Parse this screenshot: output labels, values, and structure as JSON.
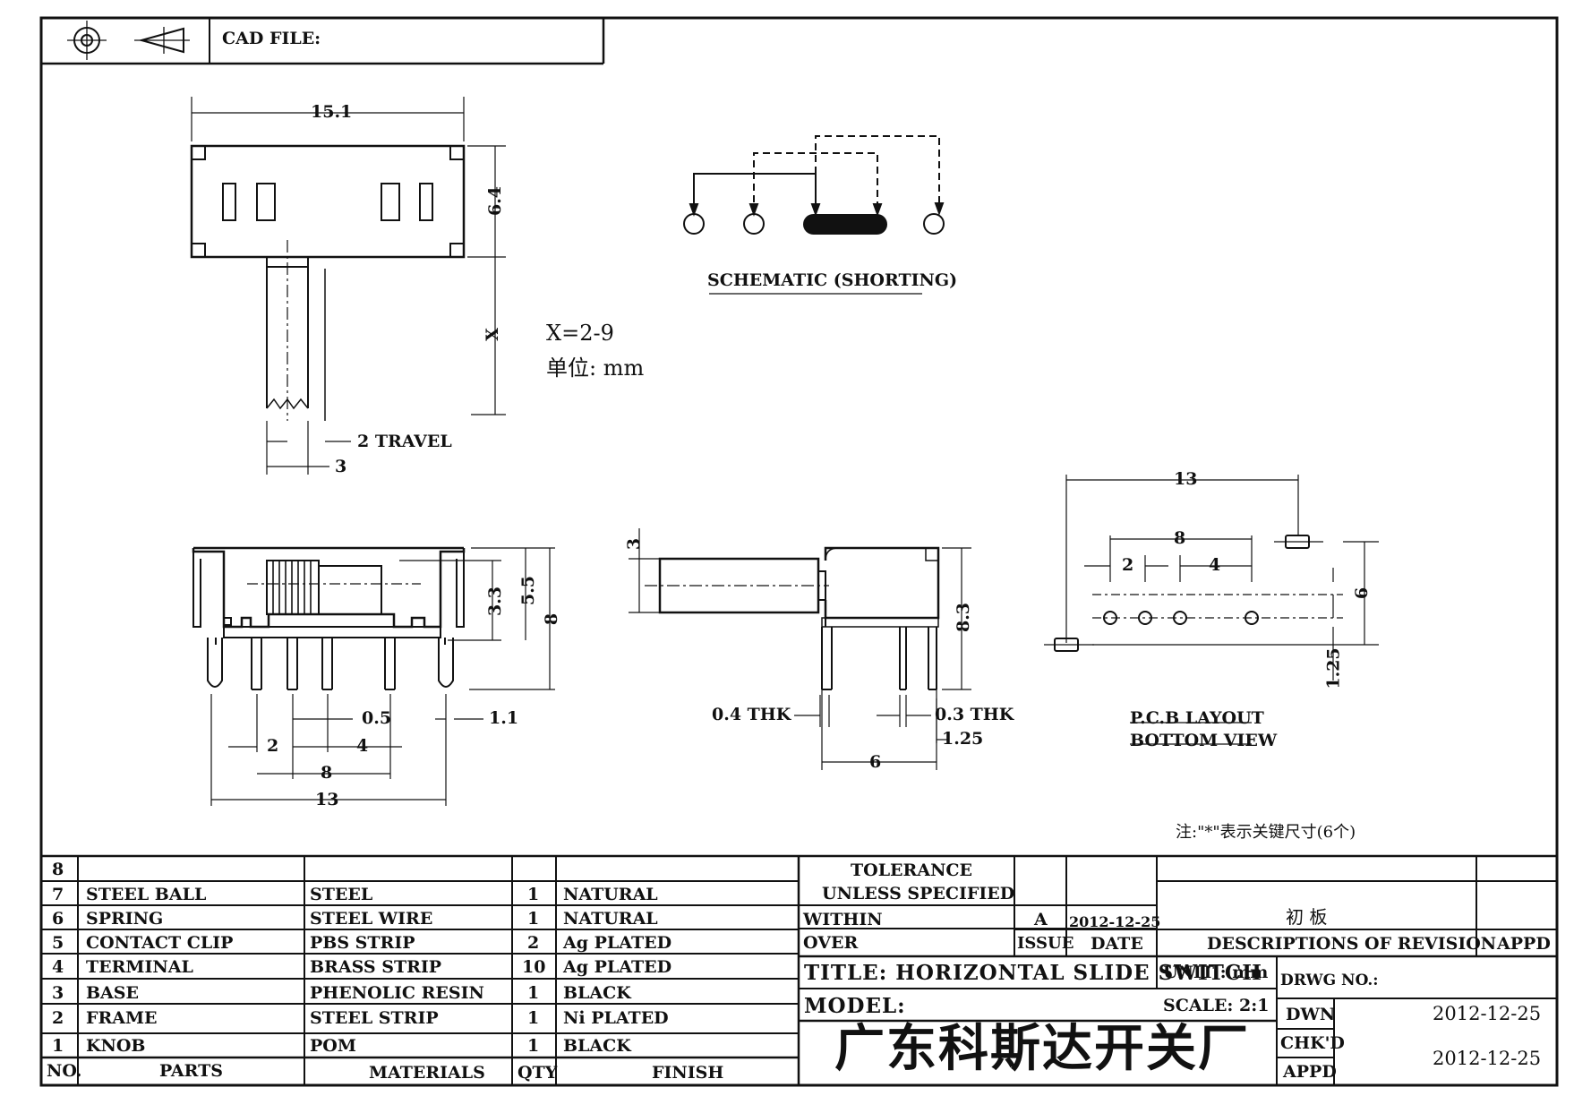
{
  "header": {
    "cad_file_label": "CAD FILE:"
  },
  "dimensions": {
    "top_width": "15.1",
    "top_height": "6.4",
    "knob_length": "X",
    "x_range": "X=2-9",
    "unit_note": "单位: mm",
    "travel": "2 TRAVEL",
    "knob_width": "3",
    "front_3_3": "3.3",
    "front_5_5": "5.5",
    "front_8": "8",
    "front_0_5": "0.5",
    "front_1_1": "1.1",
    "front_2": "2",
    "front_4": "4",
    "front_8_pitch": "8",
    "front_13": "13",
    "side_3": "3",
    "side_8_3": "8.3",
    "side_0_4": "0.4  THK",
    "side_0_3": "0.3  THK",
    "side_1_25": "1.25",
    "side_6": "6",
    "pcb_13": "13",
    "pcb_8": "8",
    "pcb_2": "2",
    "pcb_4": "4",
    "pcb_6": "6",
    "pcb_1_25": "1.25"
  },
  "labels": {
    "schematic": "SCHEMATIC (SHORTING)",
    "pcb_layout": "P.C.B LAYOUT",
    "bottom_view": "BOTTOM VIEW",
    "note": "注:\"*\"表示关键尺寸(6个)"
  },
  "bom": {
    "rows": [
      {
        "no": "8",
        "part": "",
        "material": "",
        "qty": "",
        "finish": ""
      },
      {
        "no": "7",
        "part": "STEEL  BALL",
        "material": "STEEL",
        "qty": "1",
        "finish": "NATURAL"
      },
      {
        "no": "6",
        "part": "SPRING",
        "material": "STEEL  WIRE",
        "qty": "1",
        "finish": "NATURAL"
      },
      {
        "no": "5",
        "part": "CONTACT  CLIP",
        "material": "PBS  STRIP",
        "qty": "2",
        "finish": "Ag  PLATED"
      },
      {
        "no": "4",
        "part": "TERMINAL",
        "material": "BRASS  STRIP",
        "qty": "10",
        "finish": "Ag  PLATED"
      },
      {
        "no": "3",
        "part": "BASE",
        "material": "PHENOLIC  RESIN",
        "qty": "1",
        "finish": "BLACK"
      },
      {
        "no": "2",
        "part": "FRAME",
        "material": "STEEL  STRIP",
        "qty": "1",
        "finish": "Ni  PLATED"
      },
      {
        "no": "1",
        "part": "KNOB",
        "material": "POM",
        "qty": "1",
        "finish": "BLACK"
      }
    ],
    "header": {
      "no": "NO.",
      "part": "PARTS",
      "material": "MATERIALS",
      "qty": "QTY",
      "finish": "FINISH"
    }
  },
  "titleblock": {
    "tolerance": "TOLERANCE",
    "unless": "UNLESS   SPECIFIED",
    "within": "WITHIN",
    "over": "OVER",
    "rev_letter": "A",
    "rev_date": "2012-12-25",
    "rev_desc": "初 板",
    "issue": "ISSUE",
    "date": "DATE",
    "descriptions": "DESCRIPTIONS  OF  REVISION",
    "appd": "APPD",
    "title": "TITLE:  HORIZONTAL  SLIDE  SWITCH",
    "unit": "UNIT : mm",
    "drwg_no": "DRWG  NO.:",
    "model": "MODEL:",
    "scale": "SCALE:  2:1",
    "dwn": "DWN",
    "dwn_date": "2012-12-25",
    "chkd": "CHK'D",
    "chkd_date": "2012-12-25",
    "appd2": "APPD",
    "company": "广东科斯达开关厂"
  }
}
